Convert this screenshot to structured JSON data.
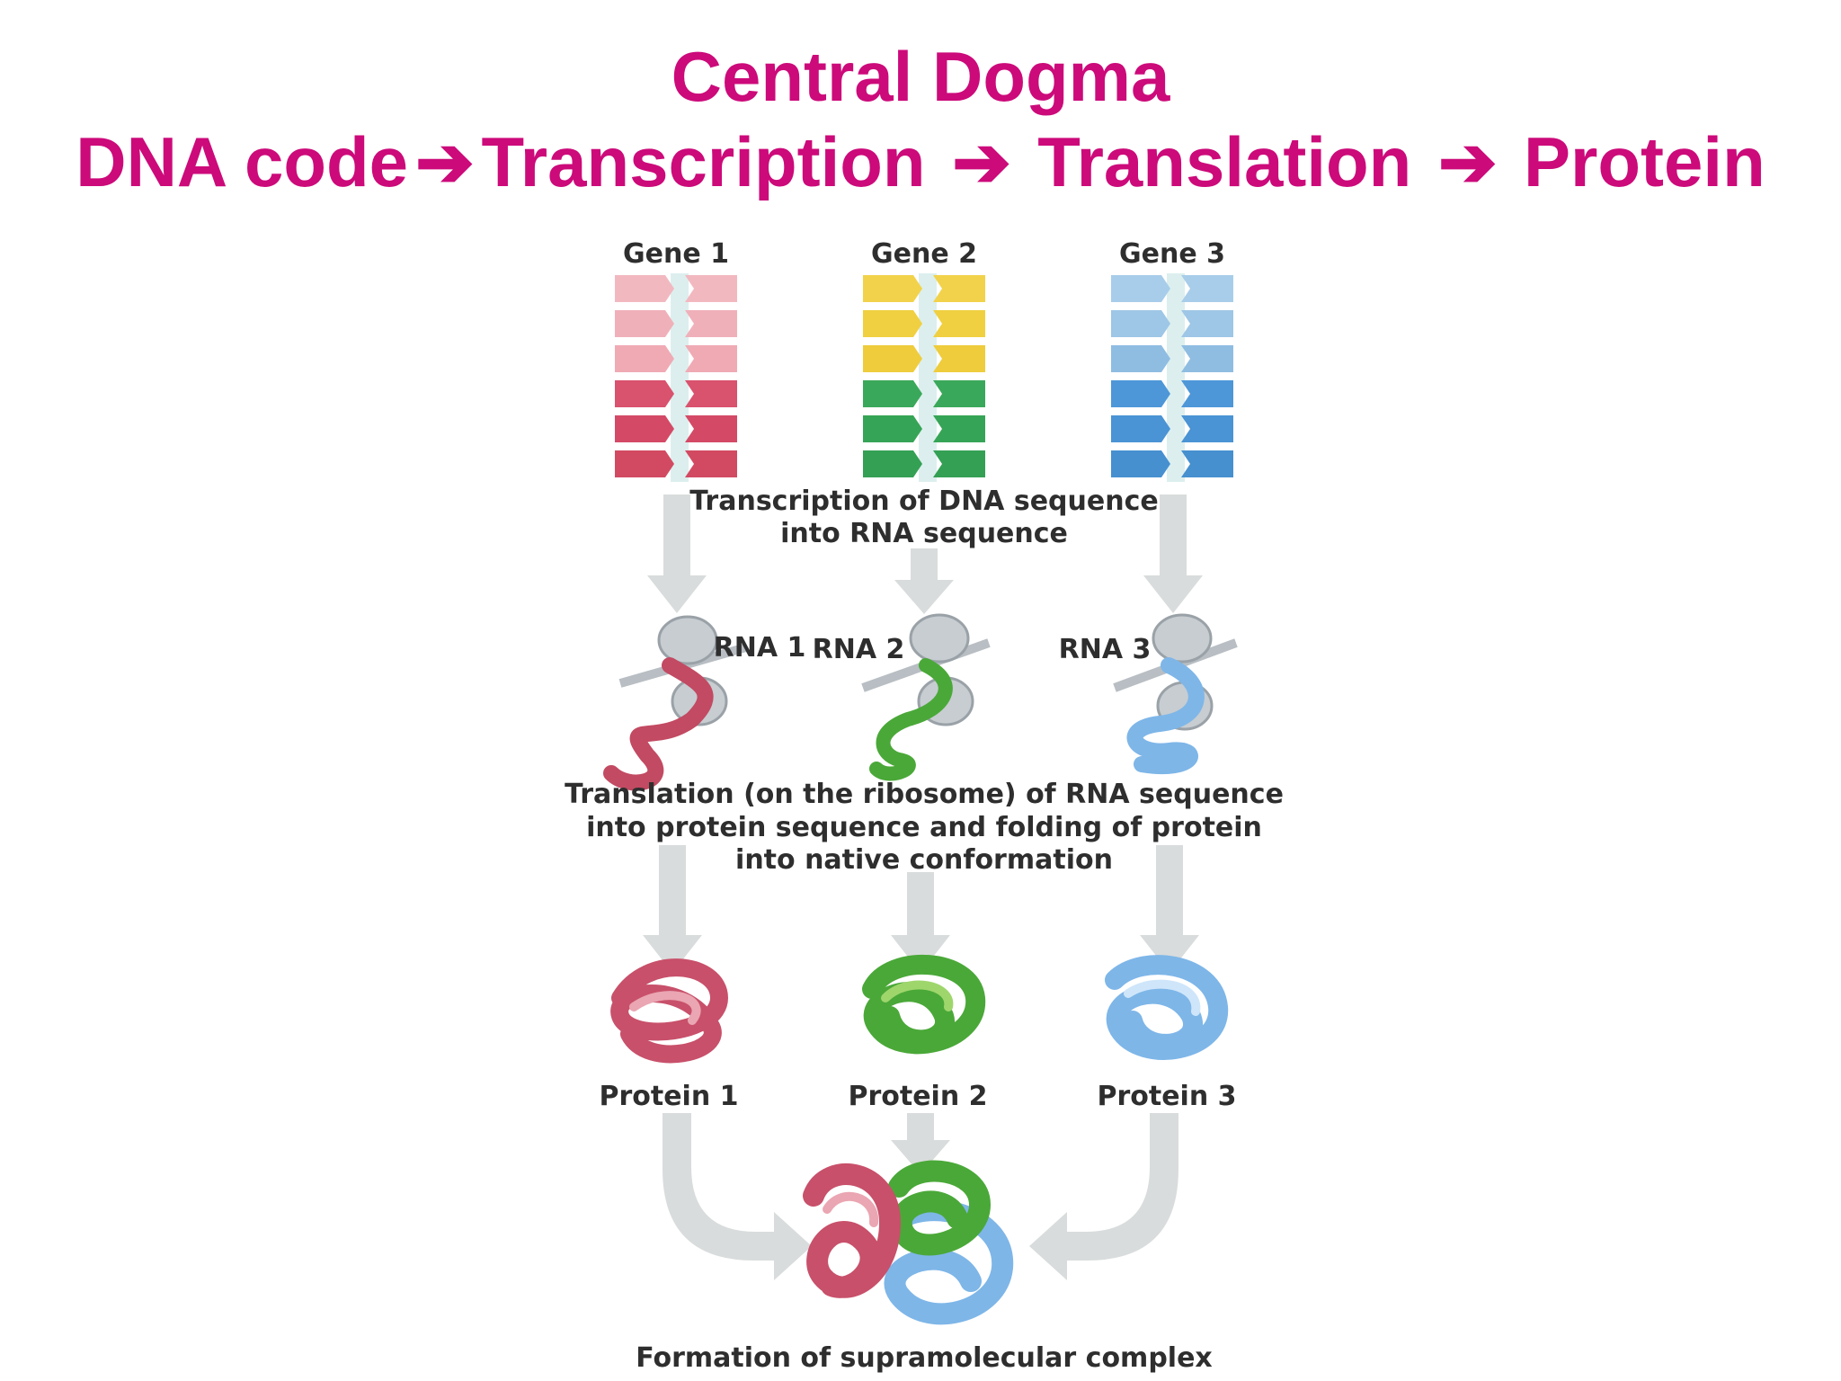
{
  "title": {
    "line1": "Central Dogma",
    "steps": [
      "DNA code",
      "Transcription",
      "Translation",
      "Protein"
    ],
    "arrow": "➔"
  },
  "genes": [
    "Gene 1",
    "Gene 2",
    "Gene 3"
  ],
  "rnas": [
    "RNA 1",
    "RNA 2",
    "RNA 3"
  ],
  "proteins": [
    "Protein 1",
    "Protein 2",
    "Protein 3"
  ],
  "captions": {
    "transcription": [
      "Transcription of DNA sequence",
      "into RNA sequence"
    ],
    "translation": [
      "Translation (on the ribosome) of RNA sequence",
      "into protein sequence and folding of protein",
      "into native conformation"
    ],
    "complex": "Formation of supramolecular complex"
  },
  "colors": {
    "title": "#cc0a7a",
    "gene1": [
      "#f2b8c0",
      "#f0b0ba",
      "#f0aab4",
      "#d9526e",
      "#d44a66",
      "#d24a62"
    ],
    "gene2": [
      "#f2d24a",
      "#f0d040",
      "#eecc3c",
      "#3aa85a",
      "#36a456",
      "#34a054"
    ],
    "gene3": [
      "#a8cdea",
      "#9ec6e6",
      "#8fbde2",
      "#4d97d8",
      "#4a93d4",
      "#4690d0"
    ],
    "arrow": "#d9dcdc",
    "protein1": "#c8506a",
    "protein2": "#4aa838",
    "protein3": "#7eb6e8"
  }
}
